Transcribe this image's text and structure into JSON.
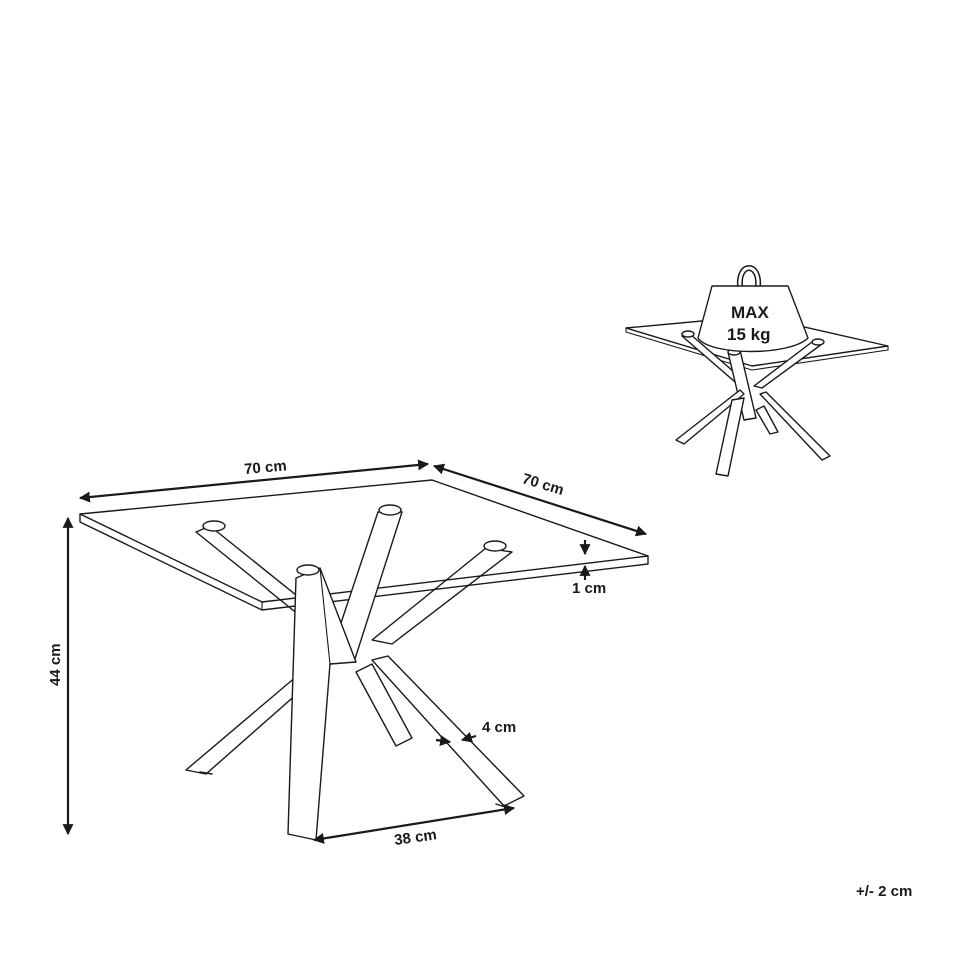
{
  "dimensions": {
    "width": "70 cm",
    "depth": "70 cm",
    "height": "44 cm",
    "glass_thickness": "1 cm",
    "leg_width": "4 cm",
    "leg_spread": "38 cm"
  },
  "load": {
    "line1": "MAX",
    "line2": "15 kg"
  },
  "tolerance": "+/- 2 cm"
}
